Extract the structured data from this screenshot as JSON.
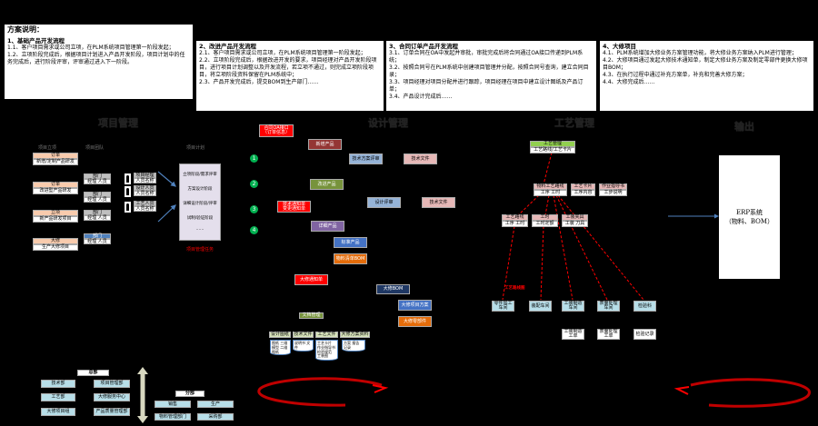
{
  "notes": {
    "title": "方案说明：",
    "s1": {
      "head": "1、基础产品开发流程",
      "lines": [
        "1.1、客户项目需求或公司立项，在PLM系统项目管理第一阶段发起；",
        "1.2、立项阶段完成后，根据项目计划进入产品开发阶段，项目计划中的任务完成后，进行阶段评审，评审通过进入下一阶段。"
      ]
    },
    "s2": {
      "head": "2、改进产品开发流程",
      "lines": [
        "2.1、客户项目需求或公司立项，在PLM系统项目管理第一阶段发起；",
        "2.2、立项阶段完成后，根据改进开发的要求，项目经理对产品开发阶段项目，进行项目计划调整以及开发流程，若立项不通过，则完成立项阶段项目，将立项阶段资料保留在PLM系统中；",
        "2.3、产品开发完成后，提交BOM到生产部门……"
      ]
    },
    "s3": {
      "head": "3、合同订单产品开发流程",
      "lines": [
        "3.1、订单合同在OA中发起并审批，审批完成后将合同通过OA接口传递到PLM系统；",
        "3.2、按照合同号在PLM系统中创建项目管理并分配，按照合同号查询，建立合同目录；",
        "3.3、项目经理对项目分配并进行跟踪，项目经理在项目中建立设计图纸及产品订单；",
        "3.4、产品设计完成后……"
      ]
    },
    "s4": {
      "head": "4、大修项目",
      "lines": [
        "4.1、PLM系统增加大修业务方案管理功能，将大修业务方案纳入PLM进行管理；",
        "4.2、大修项目通过发起大修技术通知单，制定大修业务方案及制定零部件更换大修项目BOM；",
        "4.3、在执行过程中通过补充方案单，补充和完善大修方案；",
        "4.4、大修完成后……"
      ]
    }
  },
  "headings": {
    "project": "项目管理",
    "design": "设计管理",
    "process": "工艺管理",
    "output": "输出"
  },
  "project": {
    "col1_label": "项目立项",
    "col2_label": "项目团队",
    "col3_label": "项目计划",
    "sources": [
      {
        "tag": "订单",
        "name": "新增/定制产品研发"
      },
      {
        "tag": "订单",
        "name": "改进型产品研发"
      },
      {
        "tag": "立项",
        "name": "新产品研发项目"
      },
      {
        "tag": "大修",
        "name": "生产大修项目"
      }
    ],
    "roles": [
      {
        "tag": "部门",
        "name": "经理 人员"
      },
      {
        "tag": "部门",
        "name": "经理 人员"
      },
      {
        "tag": "部门",
        "name": "经理 人员"
      },
      {
        "tag": "部门",
        "name": "经理 人员"
      }
    ],
    "people": [
      {
        "role": "项目经理",
        "name": "人员名称"
      },
      {
        "role": "设计人员",
        "name": "人员名称"
      },
      {
        "role": "工艺人员",
        "name": "人员名称"
      }
    ],
    "plan": [
      "立项阶段/需求评审",
      "方案设计阶段",
      "详细设计阶段/评审",
      "试制/验证阶段",
      "……"
    ],
    "plan_note": "项目管理任务"
  },
  "design": {
    "steps": [
      "1",
      "2",
      "3",
      "4"
    ],
    "oa": "合同OA接口\n（订单信息）",
    "new_product": "新增产品",
    "tech_review": "技术方案评审",
    "tech_doc": "技术文件",
    "change_product": "改进产品",
    "design_review": "设计评审",
    "tech_file": "技术文件",
    "notice": "技术通知单\n变更通知单",
    "detail": "详细产品",
    "std_product": "标准产品",
    "bom_issue": "物料清单BOM",
    "repair_notice": "大修通知单",
    "repair_bom": "大修BOM",
    "repair_plan": "大修项目方案",
    "repair_parts": "大修零部件",
    "doc_label": "文档管理",
    "docs": [
      {
        "tag": "设计图纸",
        "body": "图纸 三维模型 二维图纸"
      },
      {
        "tag": "技术文件",
        "body": "说明书 文件"
      },
      {
        "tag": "工艺文件",
        "body": "工艺卡片 作业指导书 检验规范 工装图"
      },
      {
        "tag": "大修方案资料",
        "body": "方案 报告 记录"
      }
    ]
  },
  "process": {
    "top": {
      "tag": "工艺管理",
      "name": "工艺路线/工艺卡片"
    },
    "mid": [
      {
        "tag": "物料工艺路线",
        "name": "工序 工时"
      },
      {
        "tag": "工艺卡片",
        "name": "工序内容"
      },
      {
        "tag": "作业指导书",
        "name": "工步说明"
      }
    ],
    "sub": [
      {
        "tag": "工艺路线",
        "name": "工序 工时"
      },
      {
        "tag": "工时",
        "name": "工时定额"
      },
      {
        "tag": "工装夹具",
        "name": "工装 刀具"
      }
    ],
    "route_label": "工艺路线图",
    "workshops": [
      "零件加工车间",
      "装配车间",
      "工装制造车间",
      "表面处理车间",
      "检验科"
    ],
    "workshop_sub": [
      "工装制造工单",
      "表面处理工单",
      "检验记录"
    ]
  },
  "output": {
    "erp": "ERP系统\n（物料、BOM）"
  },
  "org": {
    "hq": "总部",
    "hq_units": [
      "技术部",
      "工艺部",
      "大修项目组",
      "项目管理部",
      "大修服务中心",
      "产品质量管理部"
    ],
    "branch": "分部",
    "branch_units": [
      "销售",
      "生产",
      "物料管理部门",
      "采购部"
    ]
  }
}
